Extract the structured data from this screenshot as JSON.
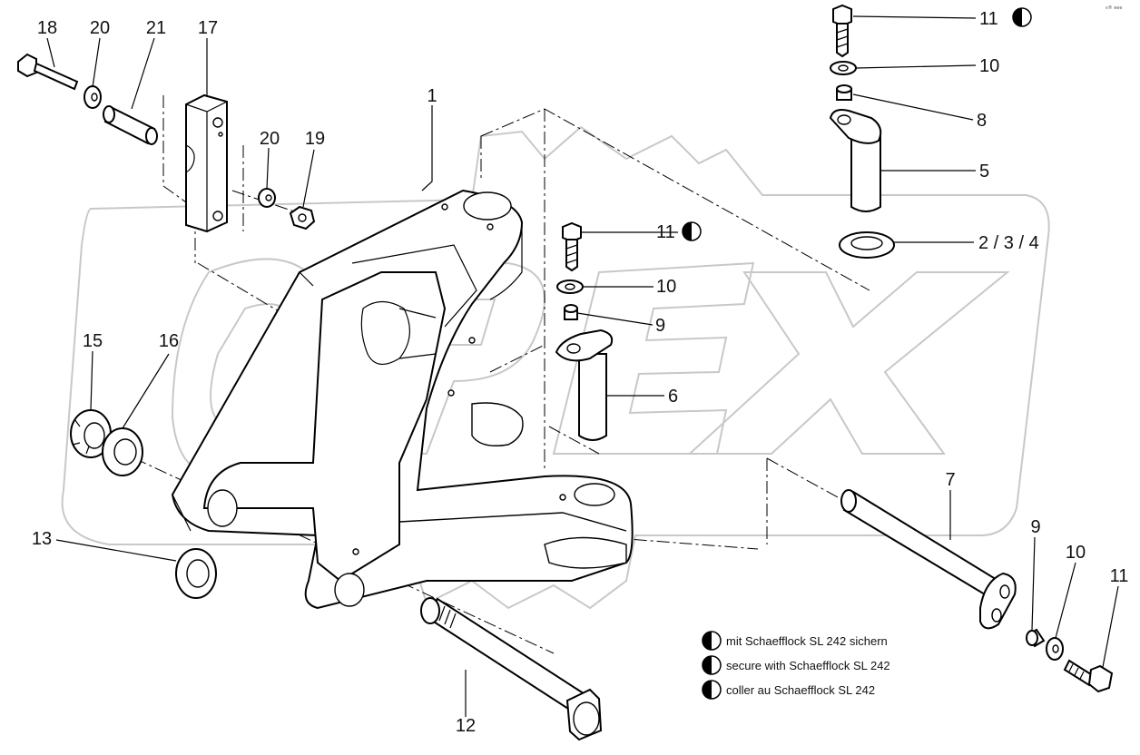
{
  "diagram": {
    "corner_mark": "s® eee",
    "watermark_text": "OPEX",
    "legend": [
      "mit Schaefflock SL 242 sichern",
      "secure with Schaefflock SL 242",
      "coller au Schaefflock SL 242"
    ],
    "callouts": {
      "c18": "18",
      "c20a": "20",
      "c21": "21",
      "c17": "17",
      "c20b": "20",
      "c19": "19",
      "c1": "1",
      "c11a": "11",
      "c10a": "10",
      "c8": "8",
      "c5": "5",
      "c234": "2 / 3 / 4",
      "c11b": "11",
      "c10b": "10",
      "c9a": "9",
      "c6": "6",
      "c15": "15",
      "c16": "16",
      "c13": "13",
      "c12": "12",
      "c7": "7",
      "c9b": "9",
      "c10c": "10",
      "c11c": "11"
    }
  }
}
